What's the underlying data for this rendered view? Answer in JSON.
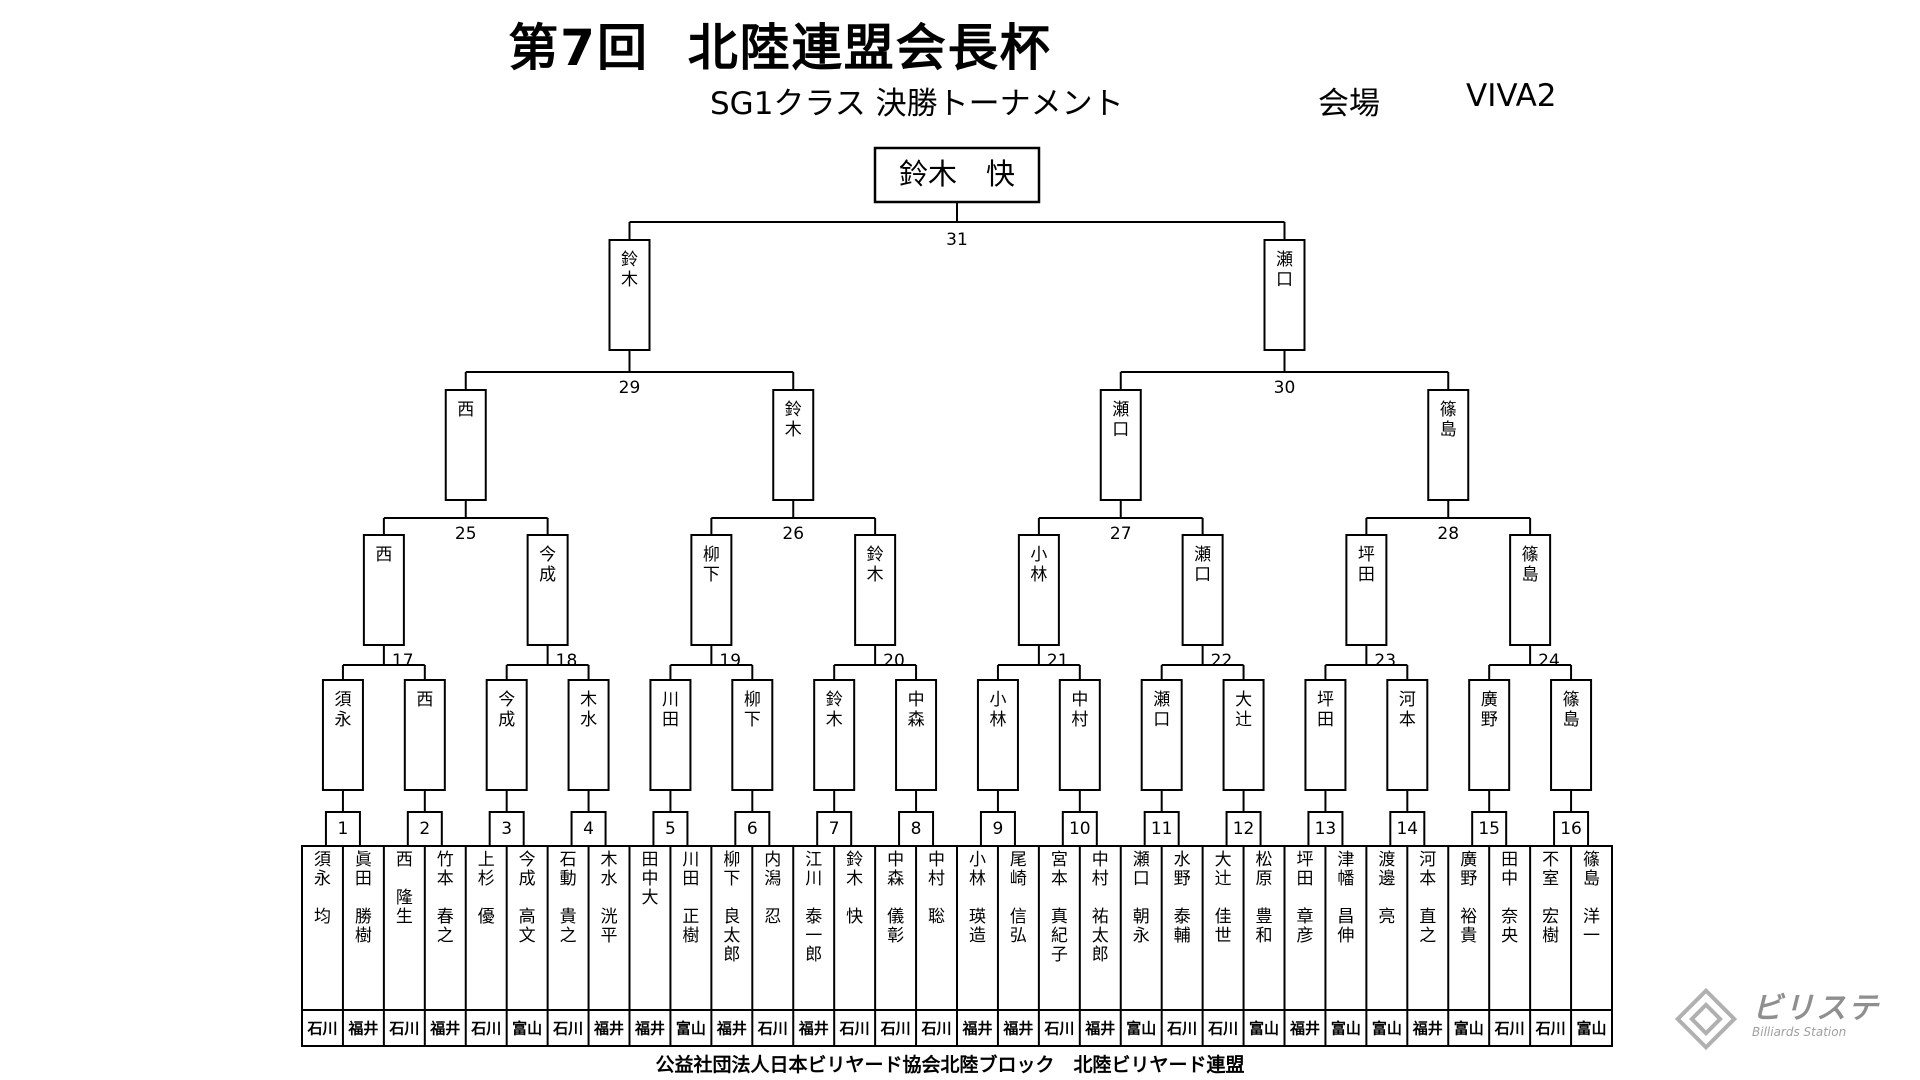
{
  "title": "第7回  北陸連盟会長杯",
  "subtitle": {
    "class": "SG1クラス 決勝トーナメント",
    "venue_label": "会場",
    "venue": "VIVA2"
  },
  "champion": "鈴木　快",
  "footer": "公益社団法人日本ビリヤード協会北陸ブロック　北陸ビリヤード連盟",
  "watermark": {
    "name": "ビリステ",
    "sub": "Billiards Station"
  },
  "players": [
    {
      "seed": "1",
      "name": "須永 均",
      "pref": "石川"
    },
    {
      "seed": "",
      "name": "眞田 勝樹",
      "pref": "福井"
    },
    {
      "seed": "2",
      "name": "西 隆生",
      "pref": "石川"
    },
    {
      "seed": "",
      "name": "竹本 春之",
      "pref": "福井"
    },
    {
      "seed": "3",
      "name": "上杉 優",
      "pref": "石川"
    },
    {
      "seed": "",
      "name": "今成 高文",
      "pref": "富山"
    },
    {
      "seed": "4",
      "name": "石動 貴之",
      "pref": "石川"
    },
    {
      "seed": "",
      "name": "木水 洸平",
      "pref": "福井"
    },
    {
      "seed": "5",
      "name": "田中大",
      "pref": "福井"
    },
    {
      "seed": "",
      "name": "川田 正樹",
      "pref": "富山"
    },
    {
      "seed": "6",
      "name": "柳下 良太郎",
      "pref": "福井"
    },
    {
      "seed": "",
      "name": "内潟 忍",
      "pref": "石川"
    },
    {
      "seed": "7",
      "name": "江川 泰一郎",
      "pref": "福井"
    },
    {
      "seed": "",
      "name": "鈴木 快",
      "pref": "石川"
    },
    {
      "seed": "8",
      "name": "中森 儀彰",
      "pref": "石川"
    },
    {
      "seed": "",
      "name": "中村 聡",
      "pref": "石川"
    },
    {
      "seed": "9",
      "name": "小林 瑛造",
      "pref": "福井"
    },
    {
      "seed": "",
      "name": "尾崎 信弘",
      "pref": "福井"
    },
    {
      "seed": "10",
      "name": "宮本 真紀子",
      "pref": "石川"
    },
    {
      "seed": "",
      "name": "中村 祐太郎",
      "pref": "福井"
    },
    {
      "seed": "11",
      "name": "瀬口 朝永",
      "pref": "富山"
    },
    {
      "seed": "",
      "name": "水野 泰輔",
      "pref": "石川"
    },
    {
      "seed": "12",
      "name": "大辻 佳世",
      "pref": "石川"
    },
    {
      "seed": "",
      "name": "松原 豊和",
      "pref": "富山"
    },
    {
      "seed": "13",
      "name": "坪田 章彦",
      "pref": "福井"
    },
    {
      "seed": "",
      "name": "津幡 昌伸",
      "pref": "富山"
    },
    {
      "seed": "14",
      "name": "渡邊 亮",
      "pref": "富山"
    },
    {
      "seed": "",
      "name": "河本 直之",
      "pref": "福井"
    },
    {
      "seed": "15",
      "name": "廣野 裕貴",
      "pref": "富山"
    },
    {
      "seed": "",
      "name": "田中 奈央",
      "pref": "石川"
    },
    {
      "seed": "16",
      "name": "不室 宏樹",
      "pref": "石川"
    },
    {
      "seed": "",
      "name": "篠島 洋一",
      "pref": "富山"
    }
  ],
  "match_winners": [
    {
      "match": "1",
      "winner": "須永"
    },
    {
      "match": "2",
      "winner": "西"
    },
    {
      "match": "3",
      "winner": "今成"
    },
    {
      "match": "4",
      "winner": "木水"
    },
    {
      "match": "5",
      "winner": "川田"
    },
    {
      "match": "6",
      "winner": "柳下"
    },
    {
      "match": "7",
      "winner": "鈴木"
    },
    {
      "match": "8",
      "winner": "中森"
    },
    {
      "match": "9",
      "winner": "小林"
    },
    {
      "match": "10",
      "winner": "中村"
    },
    {
      "match": "11",
      "winner": "瀬口"
    },
    {
      "match": "12",
      "winner": "大辻"
    },
    {
      "match": "13",
      "winner": "坪田"
    },
    {
      "match": "14",
      "winner": "河本"
    },
    {
      "match": "15",
      "winner": "廣野"
    },
    {
      "match": "16",
      "winner": "篠島"
    },
    {
      "match": "17",
      "winner": "西"
    },
    {
      "match": "18",
      "winner": "今成"
    },
    {
      "match": "19",
      "winner": "柳下"
    },
    {
      "match": "20",
      "winner": "鈴木"
    },
    {
      "match": "21",
      "winner": "小林"
    },
    {
      "match": "22",
      "winner": "瀬口"
    },
    {
      "match": "23",
      "winner": "坪田"
    },
    {
      "match": "24",
      "winner": "篠島"
    },
    {
      "match": "25",
      "winner": "西"
    },
    {
      "match": "26",
      "winner": "鈴木"
    },
    {
      "match": "27",
      "winner": "瀬口"
    },
    {
      "match": "28",
      "winner": "篠島"
    },
    {
      "match": "29",
      "winner": "鈴木"
    },
    {
      "match": "30",
      "winner": "瀬口"
    }
  ],
  "final": {
    "match": "31"
  }
}
